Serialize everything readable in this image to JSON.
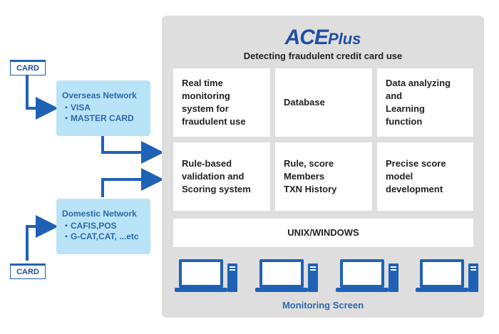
{
  "inputs": {
    "card_top": "CARD",
    "card_bottom": "CARD"
  },
  "networks": {
    "overseas": {
      "title": "Overseas Network",
      "items": [
        "・VISA",
        "・MASTER CARD"
      ]
    },
    "domestic": {
      "title": "Domestic Network",
      "items": [
        "・CAFIS,POS",
        "・G-CAT,CAT, ...etc"
      ]
    }
  },
  "system": {
    "logo_main": "ACE",
    "logo_sub": "Plus",
    "subtitle": "Detecting fraudulent credit card use",
    "modules": [
      [
        "Real time",
        "monitoring",
        "system for",
        "fraudulent use"
      ],
      [
        "Database"
      ],
      [
        "Data analyzing",
        "and",
        "Learning",
        "function"
      ],
      [
        "Rule-based",
        "validation and",
        "Scoring system"
      ],
      [
        "Rule, score",
        "Members",
        "TXN History"
      ],
      [
        "Precise score",
        "model",
        "development"
      ]
    ],
    "platform": "UNIX/WINDOWS",
    "monitor_label": "Monitoring Screen"
  },
  "colors": {
    "accent": "#1f62b5",
    "network_fill": "#b9e3f6",
    "panel": "#dedede"
  }
}
